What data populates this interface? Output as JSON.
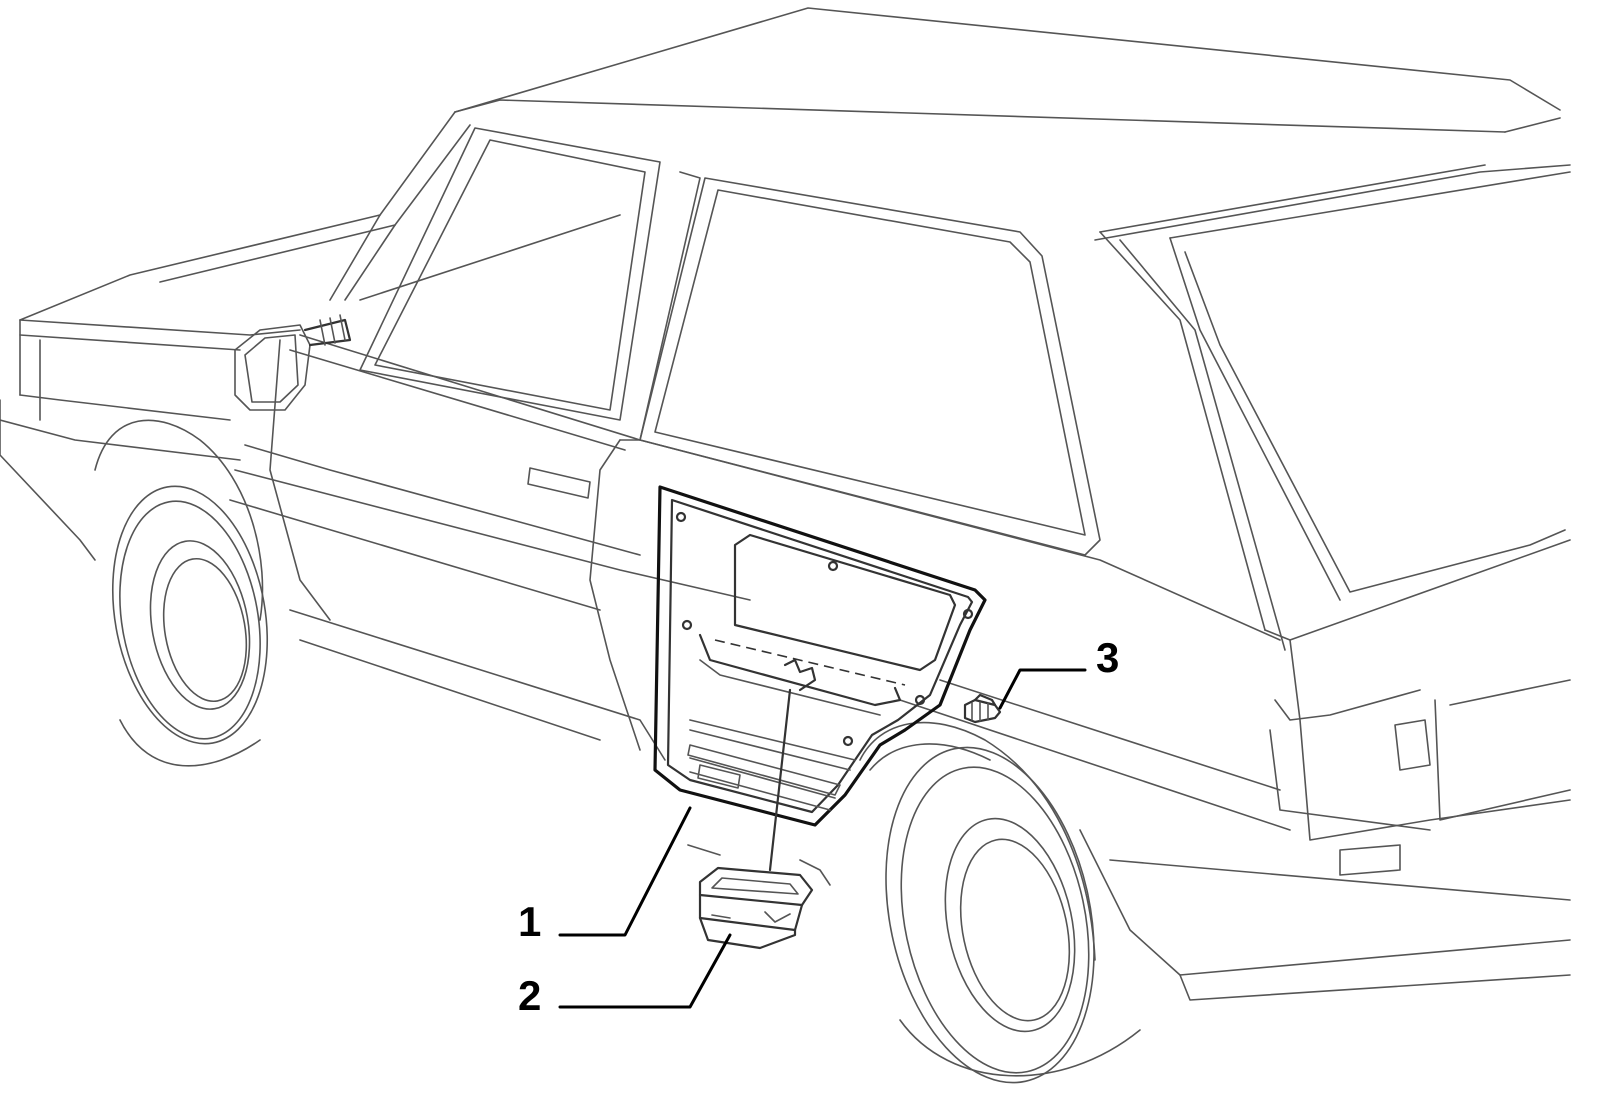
{
  "callouts": [
    {
      "id": "1",
      "label": "1"
    },
    {
      "id": "2",
      "label": "2"
    },
    {
      "id": "3",
      "label": "3"
    }
  ],
  "colors": {
    "line": "#333333",
    "background": "#ffffff",
    "callout": "#000000"
  }
}
